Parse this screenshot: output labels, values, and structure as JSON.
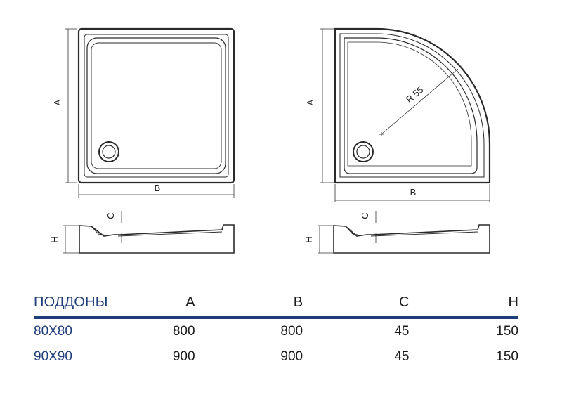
{
  "drawings": {
    "square": {
      "label_a": "A",
      "label_b": "B",
      "label_c": "C",
      "label_h": "H"
    },
    "quadrant": {
      "label_a": "A",
      "label_b": "B",
      "label_c": "C",
      "label_h": "H",
      "radius_label": "R 55"
    }
  },
  "table": {
    "title": "ПОДДОНЫ",
    "columns": [
      "A",
      "B",
      "C",
      "H"
    ],
    "rows": [
      {
        "model": "80X80",
        "a": "800",
        "b": "800",
        "c": "45",
        "h": "150"
      },
      {
        "model": "90X90",
        "a": "900",
        "b": "900",
        "c": "45",
        "h": "150"
      }
    ]
  },
  "colors": {
    "accent": "#1f3d78",
    "text": "#1a1a1a"
  }
}
